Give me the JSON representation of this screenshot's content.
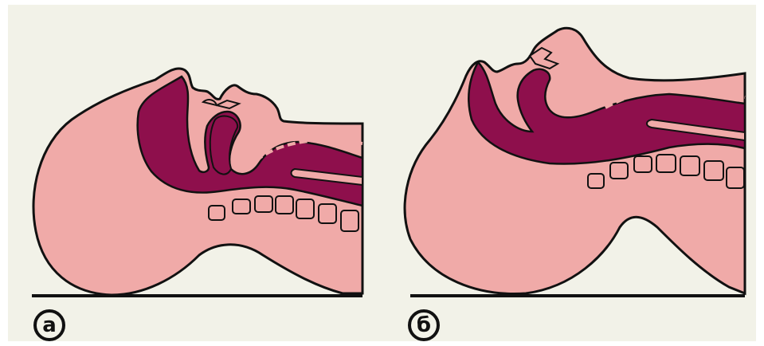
{
  "colors": {
    "background": "#f2f2e8",
    "skin": "#f0aaa8",
    "airway": "#8e0f4c",
    "outline": "#111111",
    "bone_fill": "#f0aaa8"
  },
  "panels": [
    {
      "id": "a",
      "label": "а",
      "description_key": "head-flexed"
    },
    {
      "id": "b",
      "label": "б",
      "description_key": "head-extended"
    }
  ]
}
